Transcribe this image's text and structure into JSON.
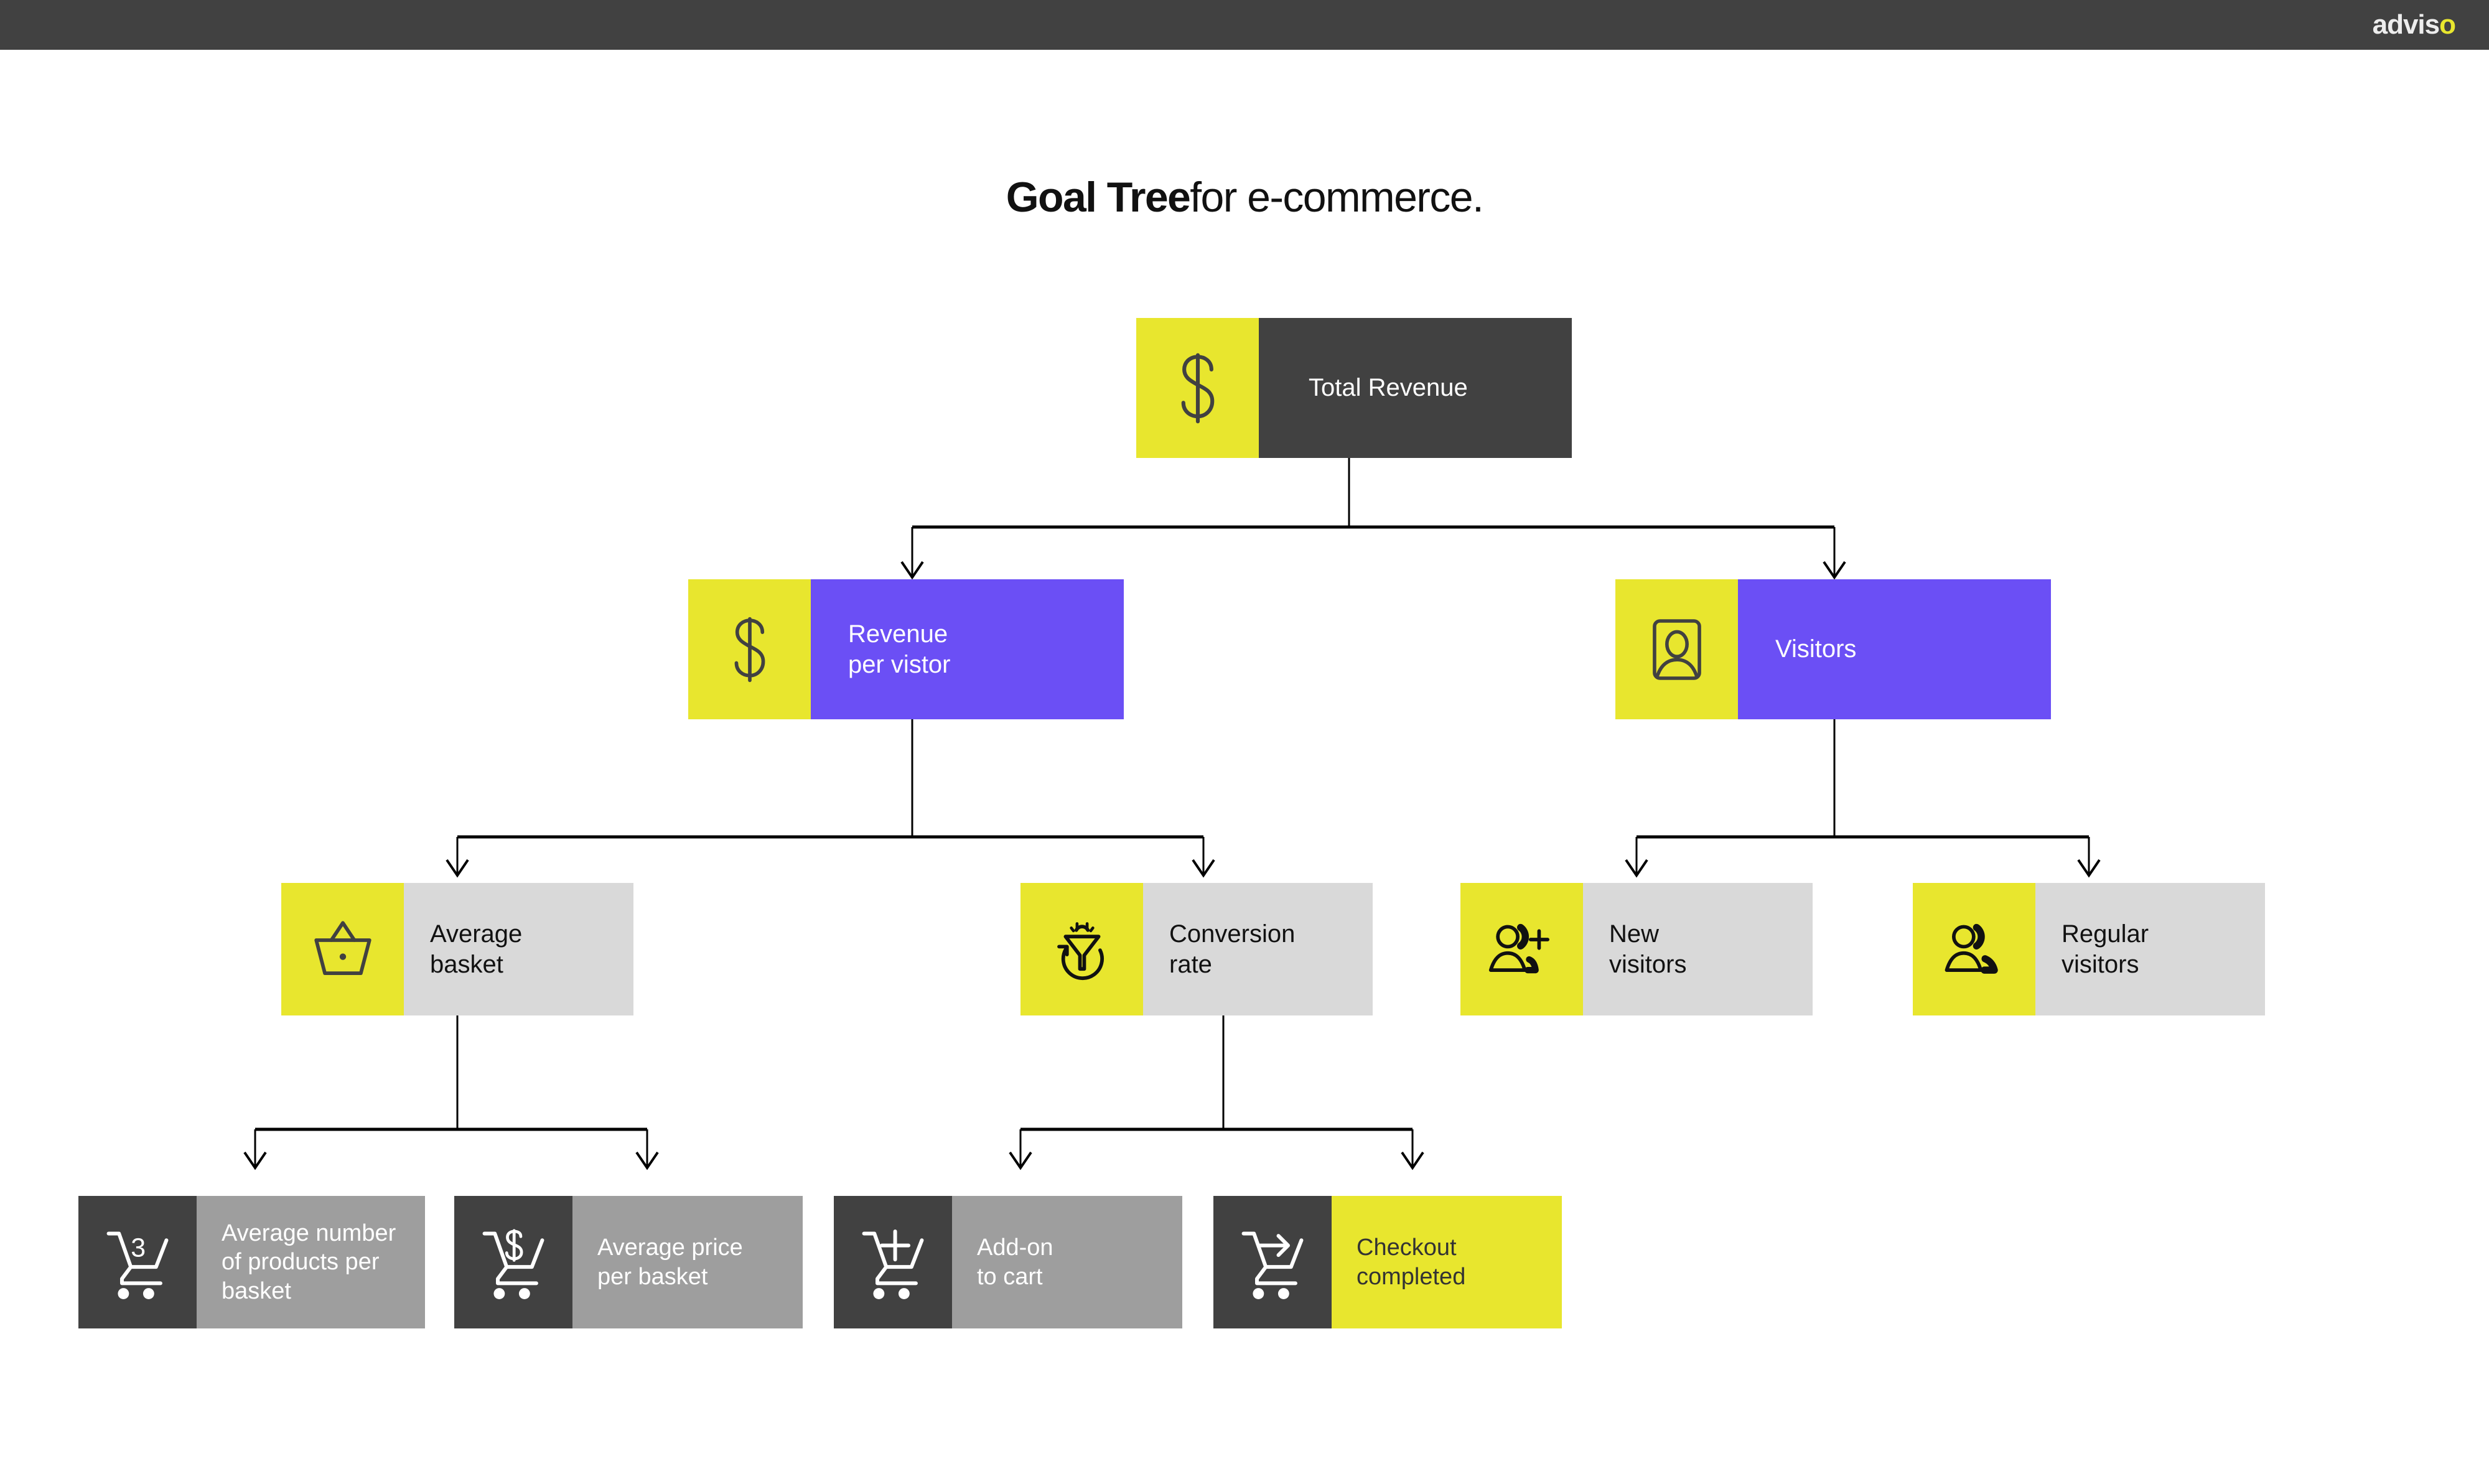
{
  "topbar": {
    "logo_text": "advis",
    "logo_accent_letter": "o",
    "logo_accent_color": "#E8E62E",
    "background_color": "#414141"
  },
  "title": {
    "bold_part": "Goal Tree",
    "regular_part": "for e-commerce."
  },
  "palette": {
    "yellow": "#E8E62E",
    "purple": "#6B4FF5",
    "dark_gray": "#414141",
    "medium_gray": "#9E9E9E",
    "light_gray": "#D9D9D9",
    "white": "#FFFFFF",
    "connector": "#000000"
  },
  "tree": {
    "level1": [
      {
        "id": "total-revenue",
        "label": "Total Revenue",
        "icon": "dollar-sign-icon",
        "icon_bg": "#E8E62E",
        "body_bg": "#414141",
        "text_color": "#FFFFFF"
      }
    ],
    "level2": [
      {
        "id": "revenue-per-visitor",
        "label": "Revenue\nper vistor",
        "icon": "dollar-sign-icon",
        "icon_bg": "#E8E62E",
        "body_bg": "#6B4FF5",
        "text_color": "#FFFFFF"
      },
      {
        "id": "visitors",
        "label": "Visitors",
        "icon": "person-portrait-icon",
        "icon_bg": "#E8E62E",
        "body_bg": "#6B4FF5",
        "text_color": "#FFFFFF"
      }
    ],
    "level3": [
      {
        "id": "average-basket",
        "label": "Average\nbasket",
        "icon": "shopping-basket-icon",
        "icon_bg": "#E8E62E",
        "body_bg": "#D9D9D9",
        "text_color": "#111111"
      },
      {
        "id": "conversion-rate",
        "label": "Conversion\nrate",
        "icon": "funnel-refresh-icon",
        "icon_bg": "#E8E62E",
        "body_bg": "#D9D9D9",
        "text_color": "#111111"
      },
      {
        "id": "new-visitors",
        "label": "New\nvisitors",
        "icon": "user-add-icon",
        "icon_bg": "#E8E62E",
        "body_bg": "#D9D9D9",
        "text_color": "#111111"
      },
      {
        "id": "regular-visitors",
        "label": "Regular\nvisitors",
        "icon": "users-group-icon",
        "icon_bg": "#E8E62E",
        "body_bg": "#D9D9D9",
        "text_color": "#111111"
      }
    ],
    "level4": [
      {
        "id": "average-number-of-products-per-basket",
        "label": "Average number\nof products per\nbasket",
        "icon": "cart-three-icon",
        "icon_bg": "#414141",
        "body_bg": "#9E9E9E",
        "text_color": "#FFFFFF"
      },
      {
        "id": "average-price-per-basket",
        "label": "Average price\nper basket",
        "icon": "cart-dollar-icon",
        "icon_bg": "#414141",
        "body_bg": "#9E9E9E",
        "text_color": "#FFFFFF"
      },
      {
        "id": "add-on-to-cart",
        "label": "Add-on\nto cart",
        "icon": "cart-plus-icon",
        "icon_bg": "#414141",
        "body_bg": "#9E9E9E",
        "text_color": "#FFFFFF"
      },
      {
        "id": "checkout-completed",
        "label": "Checkout\ncompleted",
        "icon": "cart-arrow-icon",
        "icon_bg": "#414141",
        "body_bg": "#E8E62E",
        "text_color": "#333333"
      }
    ]
  },
  "icon_badges": {
    "cart_three_badge": "3"
  }
}
